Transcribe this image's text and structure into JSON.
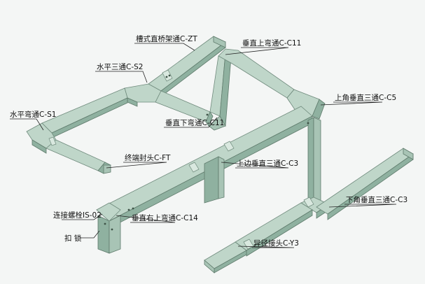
{
  "labels": {
    "c_zt": "槽式直桥架通C-ZT",
    "c_s2": "水平三通C-S2",
    "c_s1": "水平弯通C-S1",
    "c_ft": "终端封头C-FT",
    "c_c11_up": "垂直上弯通C-C11",
    "c_c11_down": "垂直下弯通C-C11",
    "c_c5": "上角垂直三通C-C5",
    "c_c3_edge": "上边垂直三通C-C3",
    "c_c3_down": "下角垂直三通C-C3",
    "is_02": "连接螺栓IS-02",
    "kousuo": "扣  锁",
    "c_c14": "垂直右上弯通C-C14",
    "c_y3": "异径接头C-Y3"
  },
  "colors": {
    "tray_top": "#bfd6c9",
    "tray_side": "#8fb1a0",
    "background": "#f4f6f5"
  }
}
